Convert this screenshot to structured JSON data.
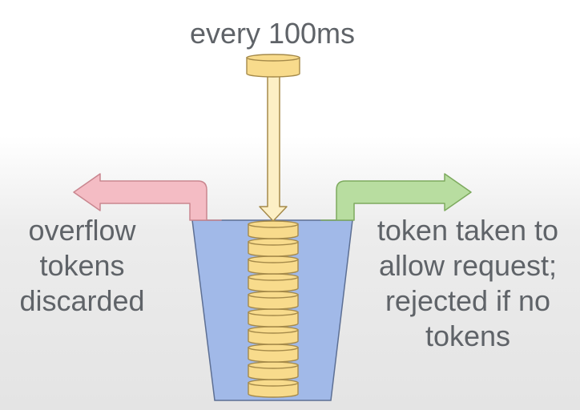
{
  "labels": {
    "top": [
      "every 100ms"
    ],
    "left": [
      "overflow",
      "tokens",
      "discarded"
    ],
    "right": [
      "token taken to",
      "allow request;",
      "rejected if no",
      "tokens"
    ]
  },
  "tokens_in_bucket": 10,
  "colors": {
    "text": "#5f6368",
    "bucket_fill": "#a1b9e8",
    "bucket_stroke": "#5d6f93",
    "token_fill": "#f8db8c",
    "token_stroke": "#a58a4a",
    "drop_arrow_fill": "#fcefc5",
    "overflow_arrow_fill": "#f4bcc4",
    "overflow_arrow_stroke": "#c9868f",
    "request_arrow_fill": "#b8dda0",
    "request_arrow_stroke": "#7daa5e"
  }
}
